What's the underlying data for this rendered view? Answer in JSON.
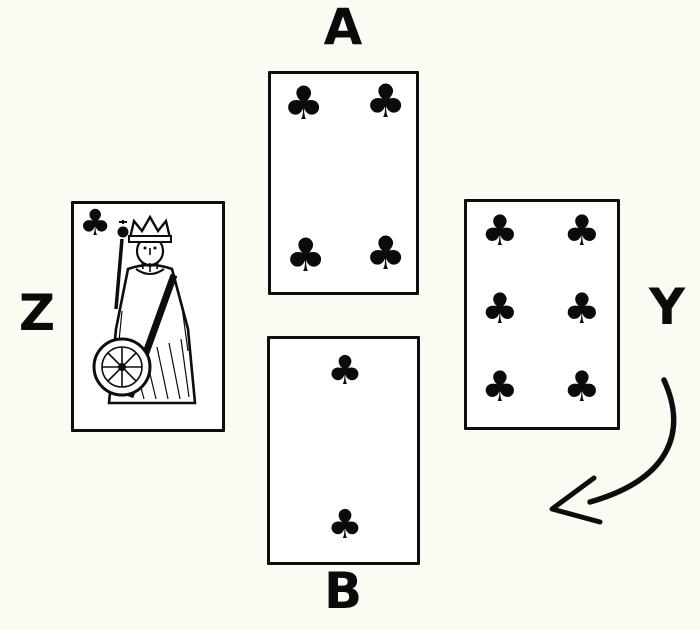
{
  "labels": {
    "north": "A",
    "west": "Z",
    "east": "Y",
    "south": "B"
  },
  "suit": {
    "symbol": "♣",
    "name": "clubs",
    "color": "#0b0b0b"
  },
  "cards": {
    "north": {
      "seat": "A",
      "rank": "4",
      "suit": "clubs",
      "name": "4 of clubs",
      "pip_count": 4
    },
    "west": {
      "seat": "Z",
      "rank": "K",
      "suit": "clubs",
      "name": "king of clubs",
      "face_card": true
    },
    "east": {
      "seat": "Y",
      "rank": "6",
      "suit": "clubs",
      "name": "6 of clubs",
      "pip_count": 6
    },
    "south": {
      "seat": "B",
      "rank": "2",
      "suit": "clubs",
      "name": "2 of clubs",
      "pip_count": 2
    }
  },
  "arrow": {
    "shape": "curved arrow",
    "from": "Y",
    "points": "down-left toward B",
    "meaning": "direction of play (counter-clockwise)"
  },
  "colors": {
    "background": "#fbfbf3",
    "ink": "#0d0d0d",
    "card_face": "#fffffe"
  }
}
